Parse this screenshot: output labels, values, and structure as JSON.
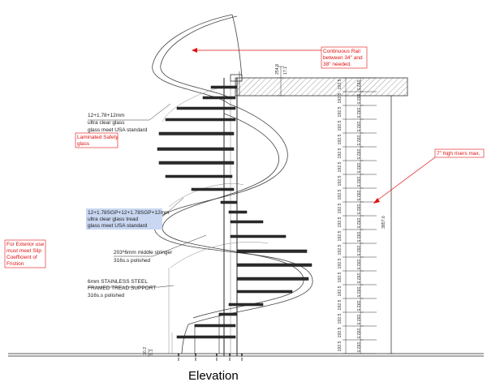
{
  "title": "Elevation",
  "notes": {
    "glass_spec_1": "12+1.78+12mm",
    "glass_spec_2": "ultra clear glass",
    "glass_spec_3": "glass meet USA standard",
    "tread_spec_1": "12+1.78SGP+12+1.78SGP+12mm",
    "tread_spec_2": "ultra clear glass tread",
    "tread_spec_3": "glass meet USA standard",
    "stringer_1": "203*6mm middle stringer",
    "stringer_2": "316s.s polished",
    "support_1": "6mm STAINLESS STEEL",
    "support_2": "FRAMED TREAD SUPPORT",
    "support_3": "316s.s polished"
  },
  "callouts": {
    "rail_1": "Continuous Rail",
    "rail_2": "between 34\" and",
    "rail_3": "38\" needed.",
    "laminated_1": "Laminated Safety",
    "laminated_2": "glass",
    "risers": "7\" high risers max.",
    "exterior_1": "For Exterior use",
    "exterior_2": "must meet Slip",
    "exterior_3": "Coefficient of",
    "exterior_4": "Friction"
  },
  "dimensions": {
    "riser_height": "192.5",
    "riser_height_rot": "192.5",
    "total_height": "3857.6",
    "slab_1": "254.8",
    "slab_2": "17.1",
    "bottom_1": "10.2",
    "bottom_2": "9.3"
  },
  "colors": {
    "annotation_red": "#e01010",
    "highlight_blue": "#c9d7f2",
    "line": "#222222"
  }
}
